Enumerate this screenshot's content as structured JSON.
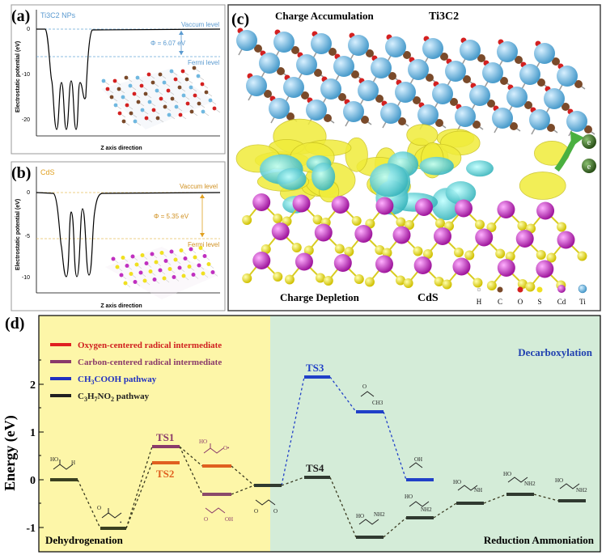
{
  "panel_a": {
    "label": "(a)",
    "material": "Ti3C2 NPs",
    "vacuum": "Vaccum level",
    "fermi": "Fermi level",
    "phi": "Φ = 6.07 eV",
    "ylabel": "Electrostatic potential (eV)",
    "xlabel": "Z axis direction",
    "yticks": [
      "0",
      "-10",
      "-20"
    ]
  },
  "panel_b": {
    "label": "(b)",
    "material": "CdS",
    "vacuum": "Vaccum level",
    "fermi": "Fermi level",
    "phi": "Φ = 5.35 eV",
    "ylabel": "Electrostatic potential (eV)",
    "xlabel": "Z axis direction",
    "yticks": [
      "0",
      "-5",
      "-10"
    ]
  },
  "panel_c": {
    "label": "(c)",
    "accumulation": "Charge Accumulation",
    "depletion": "Charge Depletion",
    "top_material": "Ti3C2",
    "bottom_material": "CdS",
    "electron": "e",
    "legend": [
      {
        "label": "H",
        "color": "#f0f0f0"
      },
      {
        "label": "C",
        "color": "#7a4a2a"
      },
      {
        "label": "O",
        "color": "#d42020"
      },
      {
        "label": "S",
        "color": "#f0e020"
      },
      {
        "label": "Cd",
        "color": "#c030c0"
      },
      {
        "label": "Ti",
        "color": "#70b8e0"
      }
    ]
  },
  "panel_d": {
    "label": "(d)",
    "ylabel": "Energy (eV)",
    "yticks": [
      "-1",
      "0",
      "1",
      "2"
    ],
    "legend": [
      {
        "label": "Oxygen-centered radical intermediate",
        "color": "#e02020"
      },
      {
        "label": "Carbon-centered radical intermediate",
        "color": "#8a3a6a"
      },
      {
        "label": "CH3COOH pathway",
        "color": "#2030c0"
      },
      {
        "label": "C3H7NO2 pathway",
        "color": "#202020"
      }
    ],
    "left_region": "Dehydrogenation",
    "right_region": "Reduction Ammoniation",
    "top_right": "Decarboxylation",
    "ts_labels": [
      "TS1",
      "TS2",
      "TS3",
      "TS4"
    ],
    "colors": {
      "left_bg": "#fdf6a8",
      "right_bg": "#d4ecd8"
    }
  }
}
